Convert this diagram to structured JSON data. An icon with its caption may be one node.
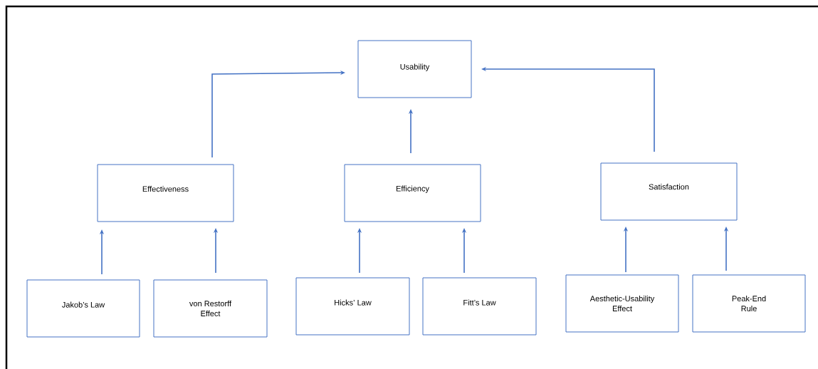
{
  "diagram": {
    "nodes": [
      {
        "text": [
          "Usability"
        ]
      },
      {
        "text": [
          "Effectiveness"
        ]
      },
      {
        "text": [
          "Efficiency"
        ]
      },
      {
        "text": [
          "Satisfaction"
        ]
      },
      {
        "text": [
          "Jakob’s Law"
        ]
      },
      {
        "text": [
          "von Restorff Effect"
        ]
      },
      {
        "text": [
          "Hicks’ Law"
        ]
      },
      {
        "text": [
          "Fitt’s Law"
        ]
      },
      {
        "text": [
          "Aesthetic-Usability Effect"
        ]
      },
      {
        "text": [
          "Peak-End Rule"
        ]
      }
    ],
    "edges": [
      {
        "from": 1,
        "to": 0,
        "arrow": "to"
      },
      {
        "from": 2,
        "to": 0,
        "arrow": "to"
      },
      {
        "from": 3,
        "to": 0,
        "arrow": "to"
      },
      {
        "from": 4,
        "to": 1,
        "arrow": "to"
      },
      {
        "from": 5,
        "to": 1,
        "arrow": "to"
      },
      {
        "from": 6,
        "to": 2,
        "arrow": "to"
      },
      {
        "from": 7,
        "to": 2,
        "arrow": "to"
      },
      {
        "from": 8,
        "to": 3,
        "arrow": "to"
      },
      {
        "from": 9,
        "to": 3,
        "arrow": "to"
      }
    ]
  }
}
